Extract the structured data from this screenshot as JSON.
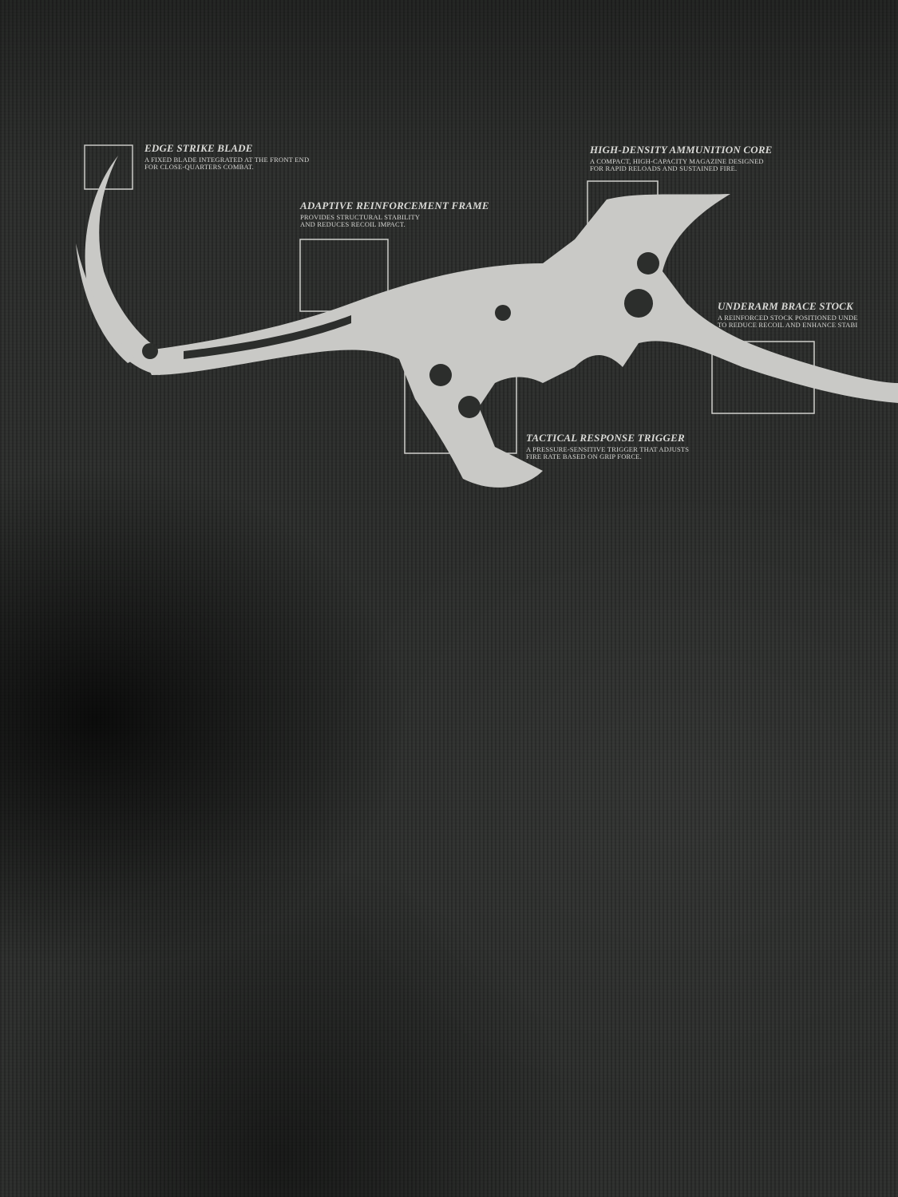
{
  "print_color": "#cfcfcc",
  "fabric_color": "#2c2e2c",
  "callouts": [
    {
      "title": "EDGE STRIKE BLADE",
      "lines": [
        "A FIXED BLADE INTEGRATED AT THE FRONT END",
        "FOR CLOSE-QUARTERS COMBAT."
      ]
    },
    {
      "title": "ADAPTIVE REINFORCEMENT FRAME",
      "lines": [
        "PROVIDES STRUCTURAL STABILITY",
        "AND REDUCES RECOIL IMPACT."
      ]
    },
    {
      "title": "HIGH-DENSITY AMMUNITION CORE",
      "lines": [
        "A COMPACT, HIGH-CAPACITY MAGAZINE DESIGNED",
        "FOR RAPID RELOADS AND SUSTAINED FIRE."
      ]
    },
    {
      "title": "UNDERARM BRACE STOCK",
      "lines": [
        "A REINFORCED STOCK POSITIONED UNDE",
        "TO REDUCE RECOIL AND ENHANCE STABI"
      ]
    },
    {
      "title": "TACTICAL RESPONSE TRIGGER",
      "lines": [
        "A PRESSURE-SENSITIVE TRIGGER THAT ADJUSTS",
        "FIRE RATE BASED ON GRIP FORCE."
      ]
    }
  ]
}
